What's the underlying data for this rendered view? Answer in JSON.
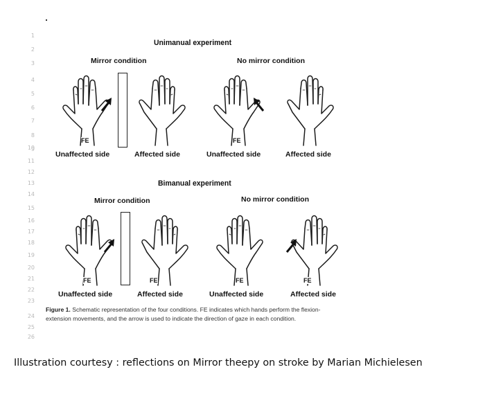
{
  "line_numbers": [
    "1",
    "2",
    "3",
    "4",
    "5",
    "6",
    "7",
    "8",
    "9",
    "10",
    "11",
    "12",
    "13",
    "14",
    "15",
    "16",
    "17",
    "18",
    "19",
    "20",
    "21",
    "22",
    "23",
    "24",
    "25",
    "26"
  ],
  "unimanual": {
    "title": "Unimanual experiment",
    "mirror_label": "Mirror condition",
    "no_mirror_label": "No mirror condition",
    "fe": "FE",
    "sides": [
      "Unaffected side",
      "Affected side",
      "Unaffected side",
      "Affected side"
    ]
  },
  "bimanual": {
    "title": "Bimanual experiment",
    "mirror_label": "Mirror condition",
    "no_mirror_label": "No mirror condition",
    "fe": "FE",
    "sides": [
      "Unaffected side",
      "Affected side",
      "Unaffected side",
      "Affected side"
    ]
  },
  "caption": {
    "label": "Figure 1.",
    "text": "Schematic representation of the four conditions. FE indicates which hands perform the flexion-extension movements, and the arrow is used to indicate the direction of gaze in each condition."
  },
  "courtesy": "Illustration courtesy : reflections on Mirror theepy on stroke by Marian Michielesen"
}
